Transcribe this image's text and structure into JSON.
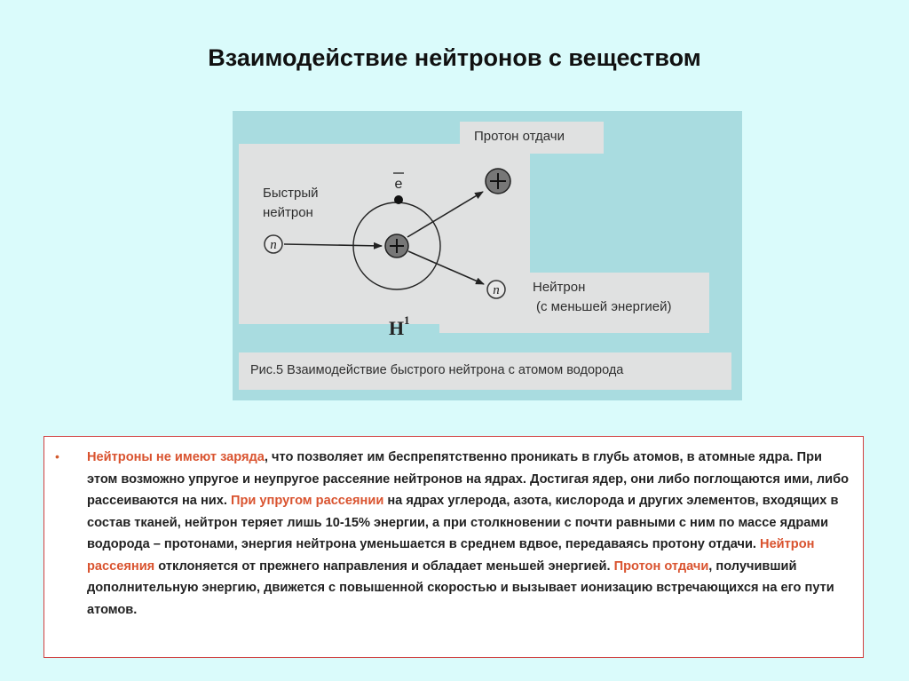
{
  "slide": {
    "title": "Взаимодействие нейтронов с веществом"
  },
  "figure": {
    "label_fast_neutron_line1": "Быстрый",
    "label_fast_neutron_line2": "нейтрон",
    "label_electron": "e",
    "label_recoil_proton": "Протон отдачи",
    "label_scattered_neutron_line1": "Нейтрон",
    "label_scattered_neutron_line2": "(с меньшей энергией)",
    "label_atom": "H",
    "label_atom_superscript": "1",
    "neutron_symbol": "n",
    "caption": "Рис.5  Взаимодействие быстрого нейтрона с атомом водорода"
  },
  "text": {
    "bullet": "•",
    "p1_hl": "Нейтроны не имеют заряда",
    "p1": ", что позволяет им беспрепятственно проникать в глубь атомов, в атомные ядра. При этом возможно упругое и неупругое рассеяние нейтронов на ядрах. Достигая ядер, они либо поглощаются ими, либо рассеиваются на них. ",
    "p2_hl": "При упругом рассеянии",
    "p2": " на ядрах углерода, азота, кислорода и других элементов, входящих в состав тканей, нейтрон теряет лишь 10-15% энергии, а при столкновении с почти равными с ним по массе ядрами водорода – протонами, энергия нейтрона уменьшается в среднем вдвое, передаваясь протону отдачи. ",
    "p3_hl": "Нейтрон рассеяния",
    "p3": " отклоняется от прежнего направления и обладает меньшей энергией. ",
    "p4_hl": "Протон отдачи",
    "p4": ", получивший дополнительную энергию, движется с повышенной скоростью и вызывает ионизацию встречающихся на его пути атомов."
  }
}
